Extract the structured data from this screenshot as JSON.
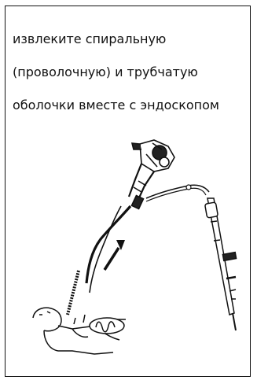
{
  "instruction": {
    "line1": "извлеките спиральную",
    "line2": "(проволочную) и трубчатую",
    "line3": "оболочки вместе с эндоскопом"
  },
  "illustration": {
    "patient_icon": "supine-patient-figure",
    "endoscope_icon": "endoscope-handle",
    "instrument_icon": "biopsy-instrument",
    "direction_icon": "withdraw-arrow"
  }
}
